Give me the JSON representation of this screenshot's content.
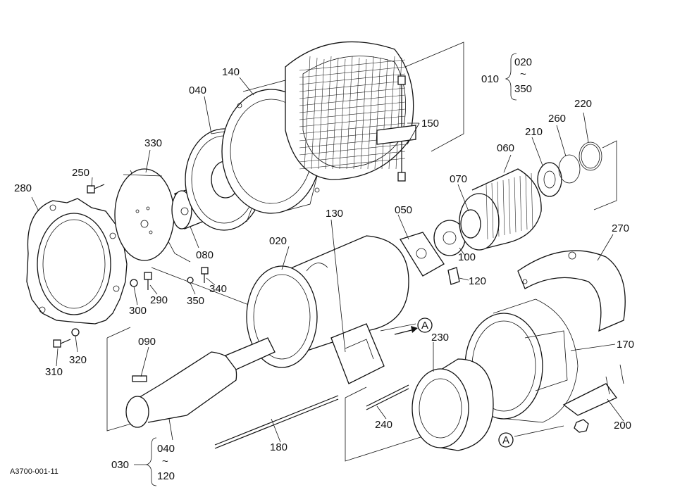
{
  "drawing_code": "A3700-001-11",
  "parts": {
    "p010": "010",
    "p020_top": "020",
    "p350_top": "350",
    "tilde_top": "~",
    "p020": "020",
    "p030": "030",
    "p040_top": "040",
    "p040_bottom": "040",
    "tilde_bottom": "~",
    "p120_bottom": "120",
    "p050": "050",
    "p060": "060",
    "p070": "070",
    "p080": "080",
    "p090": "090",
    "p100": "100",
    "p120": "120",
    "p130": "130",
    "p140": "140",
    "p150": "150",
    "p170": "170",
    "p180": "180",
    "p200": "200",
    "p210": "210",
    "p220": "220",
    "p230": "230",
    "p240": "240",
    "p250": "250",
    "p260": "260",
    "p270": "270",
    "p280": "280",
    "p290": "290",
    "p300": "300",
    "p310": "310",
    "p320": "320",
    "p330": "330",
    "p340": "340",
    "p350": "350"
  },
  "markers": {
    "a1": "A",
    "a2": "A"
  }
}
